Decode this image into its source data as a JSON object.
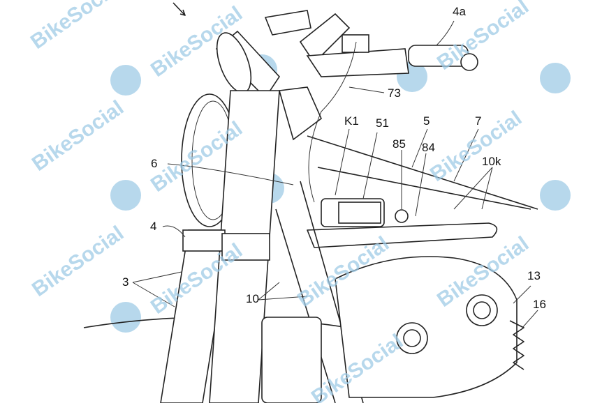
{
  "watermark": "BikeSocial",
  "labels": {
    "l4a": "4a",
    "l73": "73",
    "lK1": "K1",
    "l51": "51",
    "l5": "5",
    "l7": "7",
    "l85": "85",
    "l84": "84",
    "l10k": "10k",
    "l6": "6",
    "l4": "4",
    "l3": "3",
    "l10": "10",
    "l13": "13",
    "l16": "16"
  },
  "colors": {
    "line": "#222222",
    "watermark": "#9fcbe6"
  }
}
